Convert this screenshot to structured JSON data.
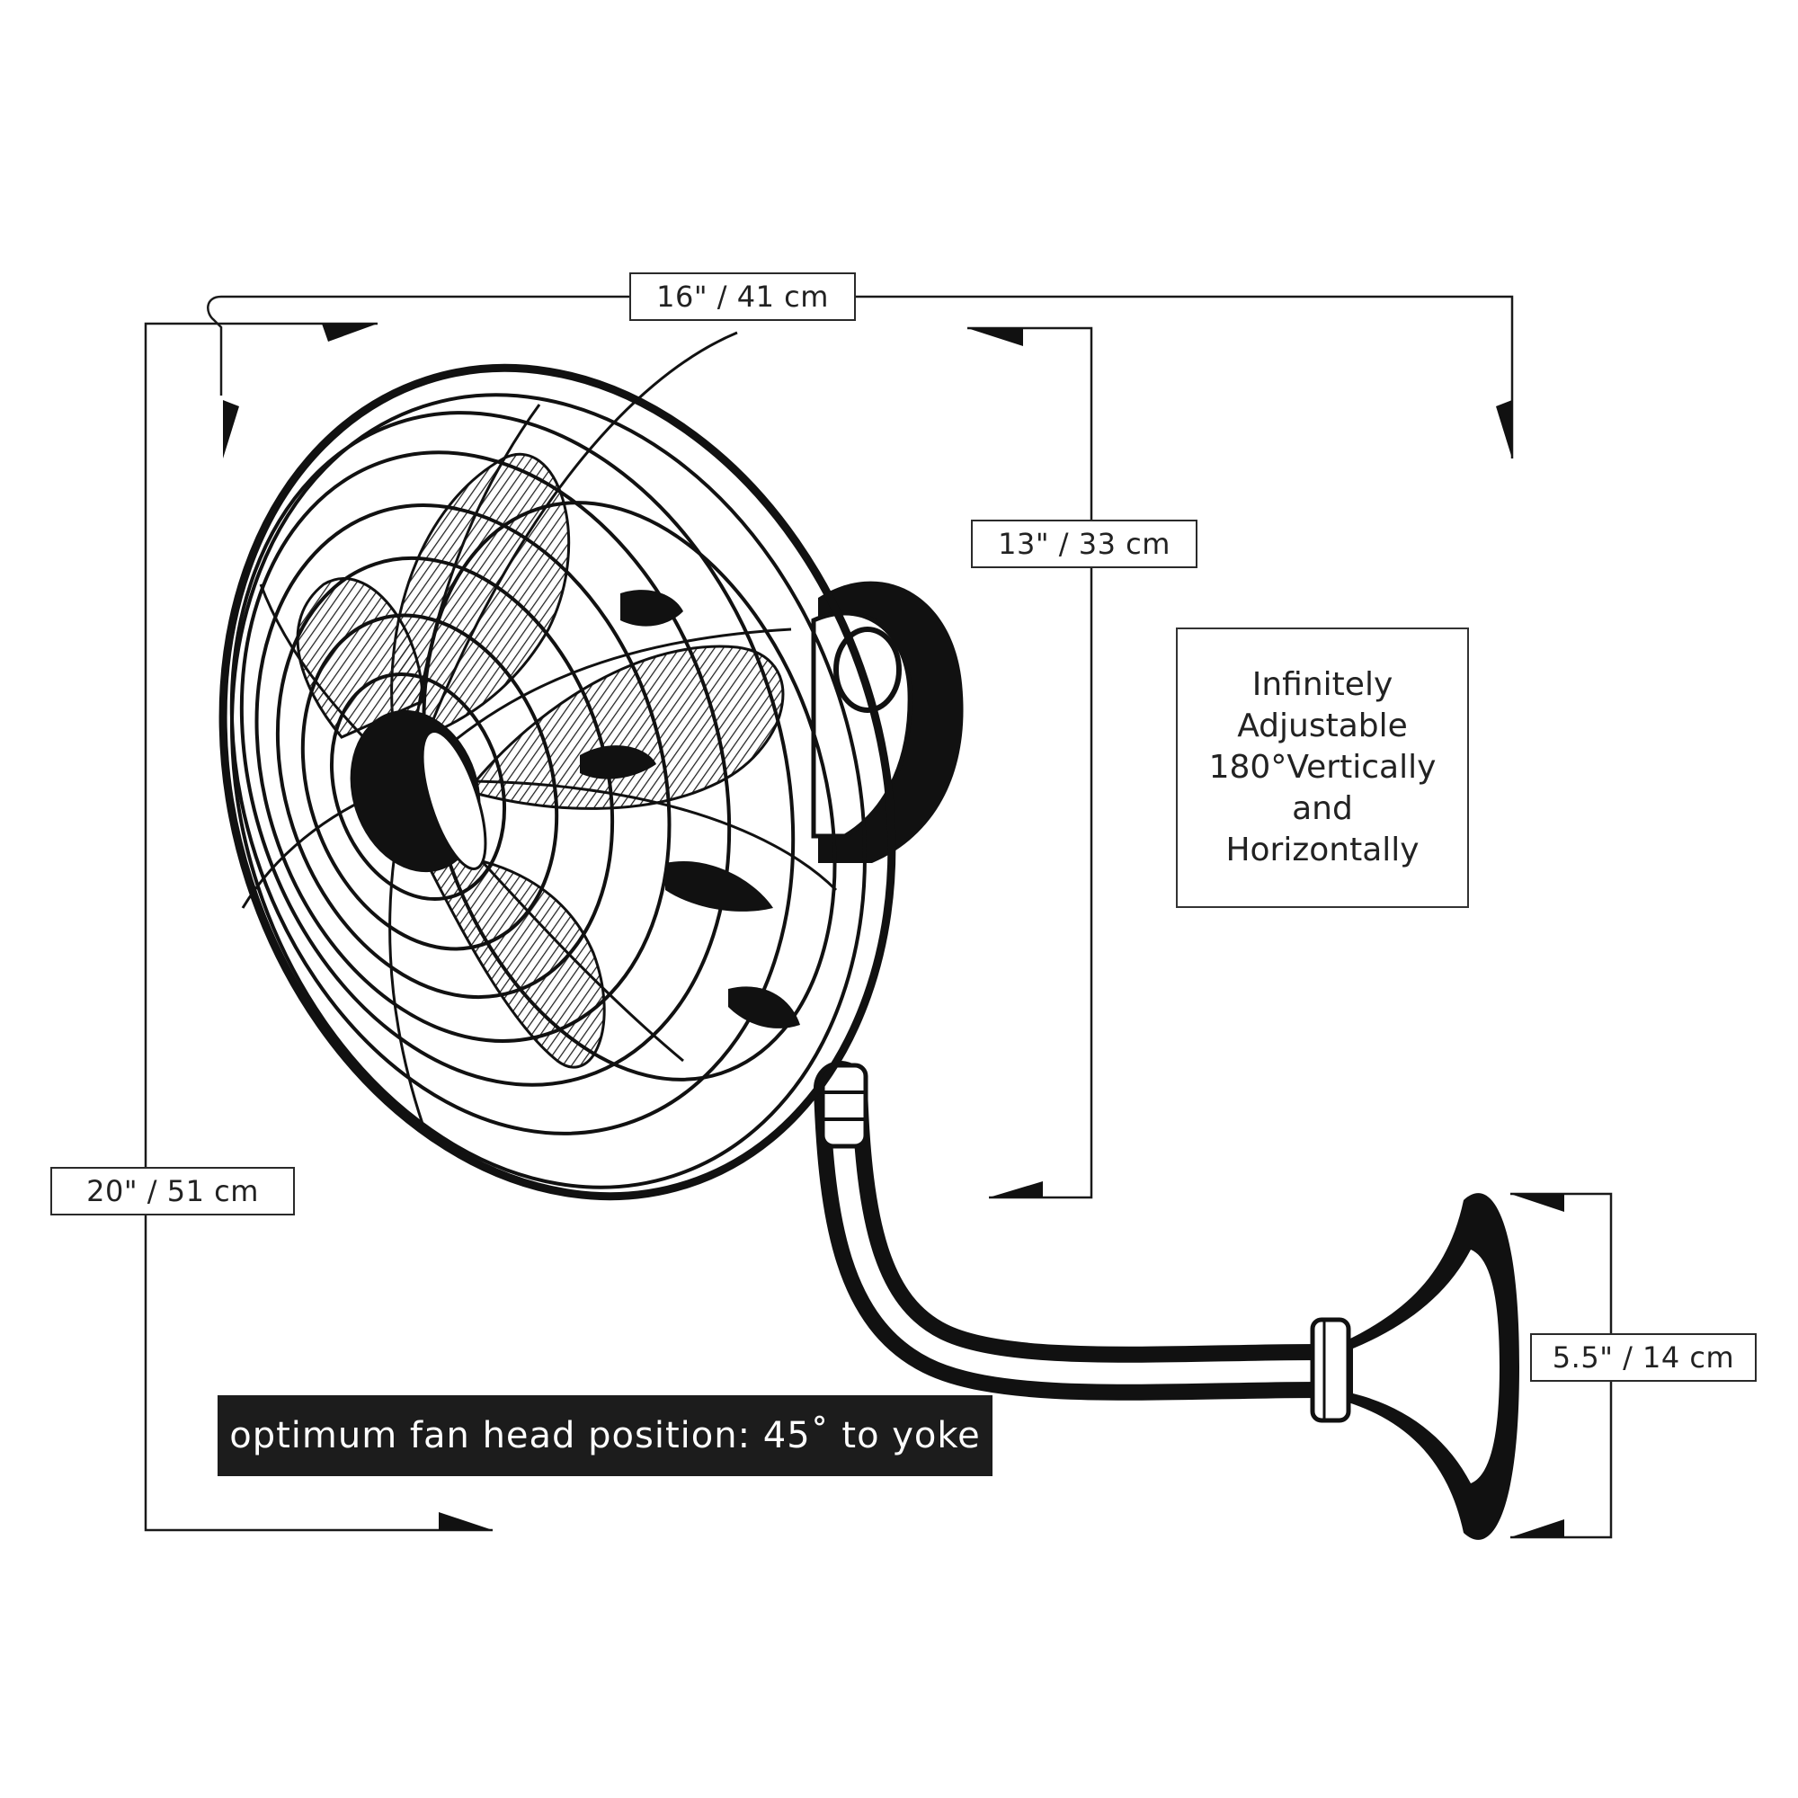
{
  "dimensions": {
    "depth_label": "16\" / 41 cm",
    "head_label": "13\" / 33 cm",
    "height_label": "20\" / 51 cm",
    "base_label": "5.5\" / 14 cm"
  },
  "note": {
    "lines": [
      "Infinitely",
      "Adjustable",
      "180°Vertically",
      "and",
      "Horizontally"
    ]
  },
  "banner": {
    "text": "optimum fan head position: 45˚ to yoke"
  },
  "colors": {
    "line": "#1a1a1a",
    "fill_dark": "#111111",
    "banner_bg": "#1c1c1c",
    "background": "#ffffff"
  }
}
